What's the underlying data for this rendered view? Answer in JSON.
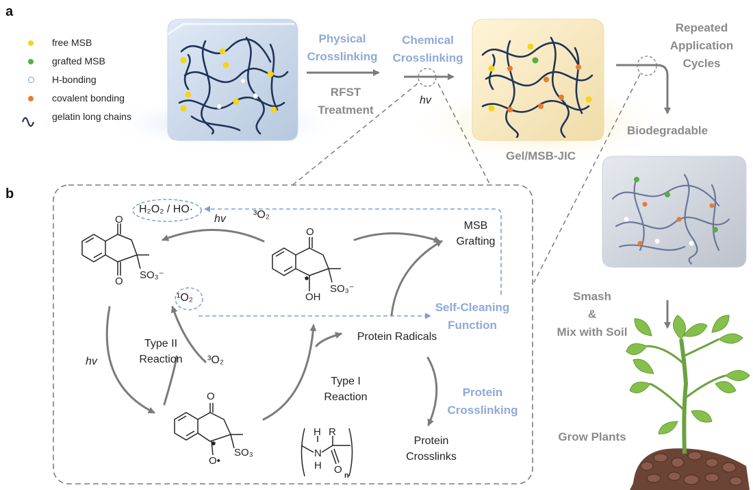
{
  "panels": {
    "a": "a",
    "b": "b"
  },
  "legend": [
    {
      "label": "free MSB",
      "icon": "yellow-dot-icon",
      "color": "#f5d516"
    },
    {
      "label": "grafted MSB",
      "icon": "green-dot-icon",
      "color": "#5aac45"
    },
    {
      "label": "H-bonding",
      "icon": "open-circle-icon",
      "color": "#7aa0d4"
    },
    {
      "label": "covalent bonding",
      "icon": "orange-dot-icon",
      "color": "#ec7a2e"
    },
    {
      "label": "gelatin long chains",
      "icon": "chain-icon",
      "color": "#1f3457"
    }
  ],
  "top": {
    "physical": [
      "Physical",
      "Crosslinking"
    ],
    "rfst": [
      "RFST",
      "Treatment"
    ],
    "chemical": [
      "Chemical",
      "Crosslinking"
    ],
    "hv": "hv",
    "gel_label": "Gel/MSB-JIC",
    "repeated": [
      "Repeated",
      "Application",
      "Cycles"
    ],
    "biodegradable": "Biodegradable",
    "smash": [
      "Smash",
      "&",
      "Mix with Soil"
    ],
    "grow": "Grow Plants"
  },
  "panel_b": {
    "h2o2": "H₂O₂ / HO·",
    "hv_top": "hv",
    "o2_top": "³O₂",
    "msb_grafting": [
      "MSB",
      "Grafting"
    ],
    "singlet": "¹O₂",
    "self_cleaning": [
      "Self-Cleaning",
      "Function"
    ],
    "protein_radicals": "Protein Radicals",
    "type2": [
      "Type II",
      "Reaction"
    ],
    "hv_left": "hv",
    "o2_mid": "³O₂",
    "type1": [
      "Type I",
      "Reaction"
    ],
    "protein_crosslinking": [
      "Protein",
      "Crosslinking"
    ],
    "protein_crosslinks": [
      "Protein",
      "Crosslinks"
    ],
    "so3": "SO₃",
    "so3_minus": "SO₃⁻",
    "oh": "OH",
    "o": "O",
    "o_rad": "O•",
    "poly": {
      "h": "H",
      "r": "R",
      "n": "N",
      "h2": "H",
      "o": "O",
      "sub": "n"
    }
  },
  "colors": {
    "accent_blue": "#8ea9d6",
    "gray_text": "#8a8a8a",
    "arrow_gray": "#7b7b7b",
    "dash_blue": "#7aa0d4",
    "chain": "#1f3457"
  }
}
